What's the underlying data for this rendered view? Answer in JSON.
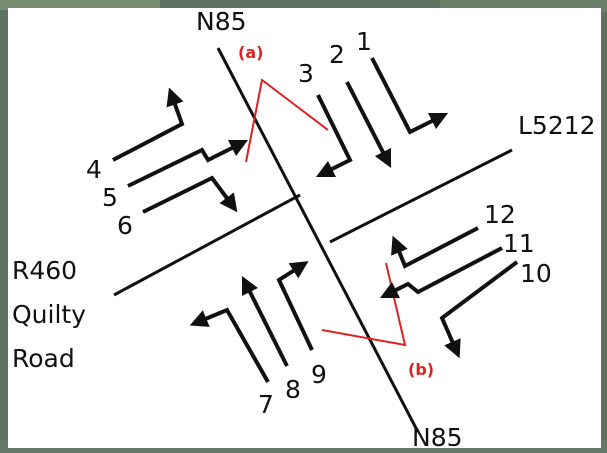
{
  "roads": {
    "north": "N85",
    "south": "N85",
    "east": "L5212",
    "west_line1": "R460",
    "west_line2": "Quilty",
    "west_line3": "Road"
  },
  "markers": {
    "a": "(a)",
    "b": "(b)"
  },
  "movements": {
    "m1": "1",
    "m2": "2",
    "m3": "3",
    "m4": "4",
    "m5": "5",
    "m6": "6",
    "m7": "7",
    "m8": "8",
    "m9": "9",
    "m10": "10",
    "m11": "11",
    "m12": "12"
  },
  "colors": {
    "background_panel": "#ffffff",
    "satellite_border": "#5d7360",
    "road_line": "#111111",
    "arrow": "#111111",
    "marker": "#dd2222"
  }
}
